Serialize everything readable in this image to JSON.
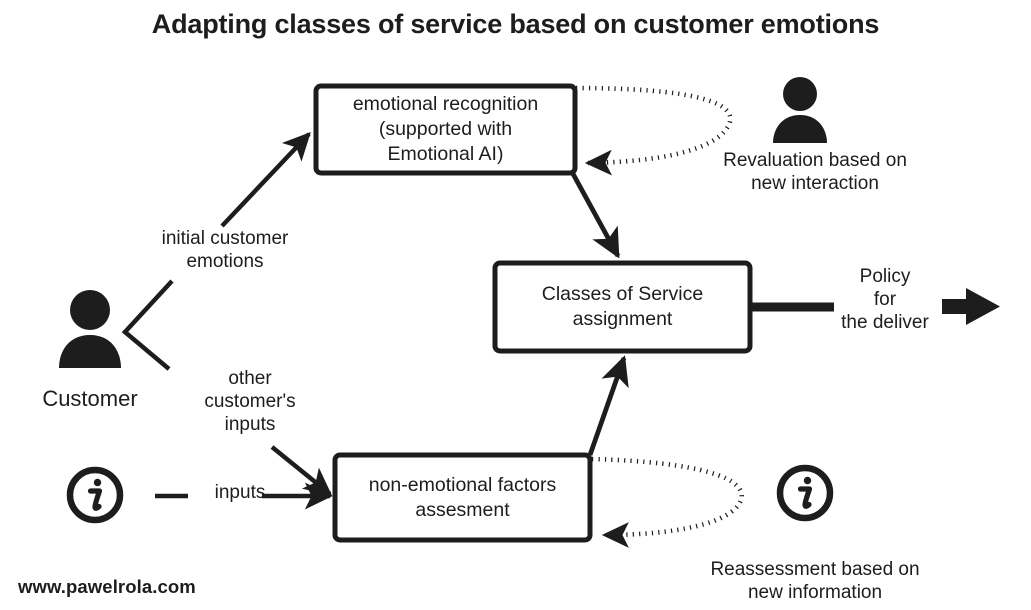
{
  "page": {
    "title": "Adapting classes of service based on customer emotions",
    "footer_site": "www.pawelrola.com",
    "background_color": "#ffffff",
    "ink_color": "#1d1d1d"
  },
  "boxes": {
    "emotional_recognition": {
      "label": "emotional recognition\n(supported with\nEmotional AI)"
    },
    "classes_of_service": {
      "label": "Classes of Service\nassignment"
    },
    "non_emotional_factors": {
      "label": "non-emotional factors\nassesment"
    }
  },
  "labels": {
    "initial_customer_emotions": "initial customer\nemotions",
    "other_customers_inputs": "other\ncustomer's\ninputs",
    "inputs": "inputs",
    "customer": "Customer",
    "revaluation": "Revaluation based on\nnew interaction",
    "reassessment": "Reassessment based on\nnew information",
    "policy": "Policy\nfor\nthe deliver"
  },
  "icons": {
    "customer_person": "person-icon",
    "revaluation_person": "person-icon",
    "inputs_info": "info-icon",
    "reassessment_info": "info-icon",
    "output_arrow": "arrow-right-icon"
  },
  "connectors": [
    {
      "name": "customer-to-emotional-recognition",
      "style": "solid",
      "from": "customer",
      "to": "emotional_recognition",
      "label": "initial customer emotions"
    },
    {
      "name": "emotional-recognition-to-classes",
      "style": "solid",
      "from": "emotional_recognition",
      "to": "classes_of_service"
    },
    {
      "name": "revaluation-feedback-loop",
      "style": "dotted",
      "from": "emotional_recognition",
      "to": "emotional_recognition",
      "label": "Revaluation based on new interaction"
    },
    {
      "name": "other-inputs-to-non-emotional",
      "style": "solid",
      "from": "customer",
      "to": "non_emotional_factors",
      "label": "other customer's inputs"
    },
    {
      "name": "inputs-to-non-emotional",
      "style": "solid",
      "from": "info_source",
      "to": "non_emotional_factors",
      "label": "inputs"
    },
    {
      "name": "non-emotional-to-classes",
      "style": "solid",
      "from": "non_emotional_factors",
      "to": "classes_of_service"
    },
    {
      "name": "reassessment-feedback-loop",
      "style": "dotted",
      "from": "non_emotional_factors",
      "to": "non_emotional_factors",
      "label": "Reassessment based on new information"
    },
    {
      "name": "classes-to-policy-output",
      "style": "solid",
      "from": "classes_of_service",
      "to": "policy_output",
      "label": "Policy for the deliver"
    }
  ]
}
